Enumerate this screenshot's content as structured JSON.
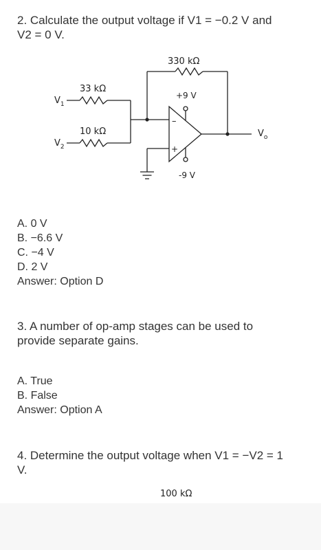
{
  "q2": {
    "line1": "2. Calculate the output voltage if V1 = −0.2 V and",
    "line2": "V2 = 0 V.",
    "circuit": {
      "r_feedback": "330 kΩ",
      "r1": "33 kΩ",
      "r2": "10 kΩ",
      "v1_base": "V",
      "v1_sub": "1",
      "v2_base": "V",
      "v2_sub": "2",
      "vo_base": "V",
      "vo_sub": "o",
      "supply_pos": "+9 V",
      "supply_neg": "-9 V",
      "inv_sign": "–",
      "noninv_sign": "+"
    },
    "options": [
      "A. 0 V",
      "B. −6.6 V",
      "C. −4 V",
      "D. 2 V"
    ],
    "answer": "Answer: Option D"
  },
  "q3": {
    "line1": "3. A number of op-amp stages can be used to",
    "line2": "provide separate gains.",
    "options": [
      "A. True",
      "B. False"
    ],
    "answer": "Answer: Option A"
  },
  "q4": {
    "line1": "4. Determine the output voltage when V1 = −V2 = 1",
    "line2": "V.",
    "r_label": "100 kΩ"
  }
}
